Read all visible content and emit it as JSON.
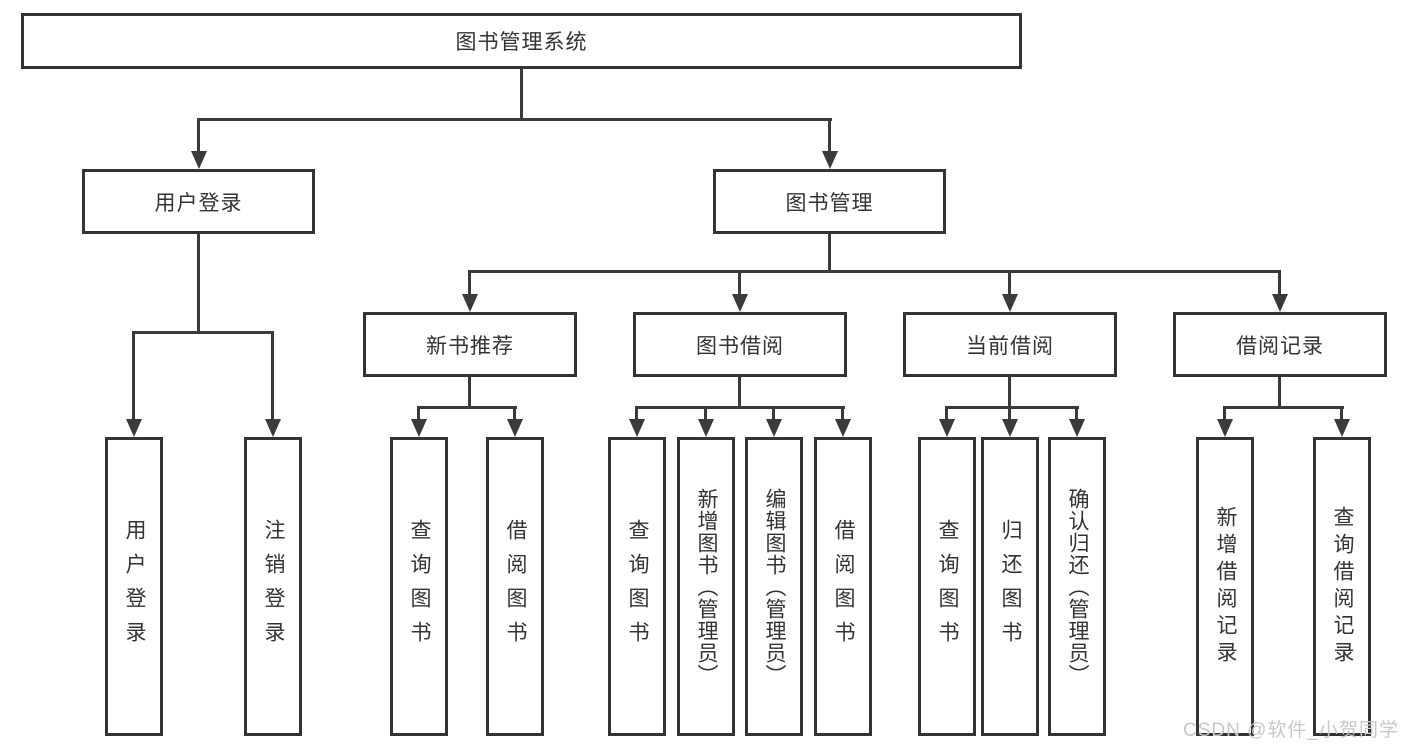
{
  "diagram": {
    "root": {
      "label": "图书管理系统"
    },
    "user_login": {
      "label": "用户登录",
      "children": [
        "用户登录",
        "注销登录"
      ]
    },
    "book_management": {
      "label": "图书管理",
      "sections": [
        {
          "label": "新书推荐",
          "children": [
            "查询图书",
            "借阅图书"
          ]
        },
        {
          "label": "图书借阅",
          "children": [
            "查询图书",
            "新增图书（管理员）",
            "编辑图书（管理员）",
            "借阅图书"
          ]
        },
        {
          "label": "当前借阅",
          "children": [
            "查询图书",
            "归还图书",
            "确认归还（管理员）"
          ]
        },
        {
          "label": "借阅记录",
          "children": [
            "新增借阅记录",
            "查询借阅记录"
          ]
        }
      ]
    }
  },
  "watermark": {
    "text": "CSDN @软件_小贺同学"
  },
  "colors": {
    "line": "#3a3a3a",
    "box_border": "#333333",
    "text": "#333333",
    "watermark": "#c8c8c8",
    "background": "#ffffff"
  }
}
